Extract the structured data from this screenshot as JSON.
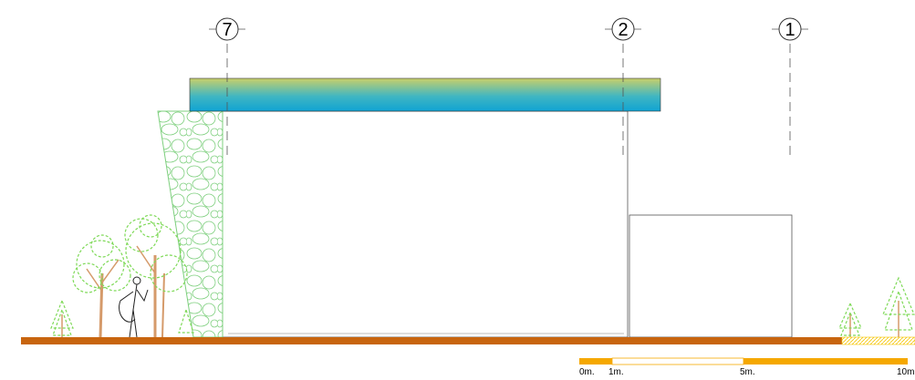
{
  "drawing": {
    "type": "architectural-elevation",
    "grid_markers": [
      {
        "id": "grid-7",
        "label": "7"
      },
      {
        "id": "grid-2",
        "label": "2"
      },
      {
        "id": "grid-1",
        "label": "1"
      }
    ],
    "scale_bar": {
      "labels": [
        "0m.",
        "1m.",
        "5m.",
        "10m"
      ]
    },
    "colors": {
      "ground": "#c8650f",
      "canopy_top": "#c8cf6a",
      "canopy_bottom": "#10a3d3",
      "stone_lines": "#7dcf7d",
      "tree_green": "#7ed957",
      "tree_trunk": "#d59a6a",
      "scale_orange": "#f5a800"
    }
  }
}
